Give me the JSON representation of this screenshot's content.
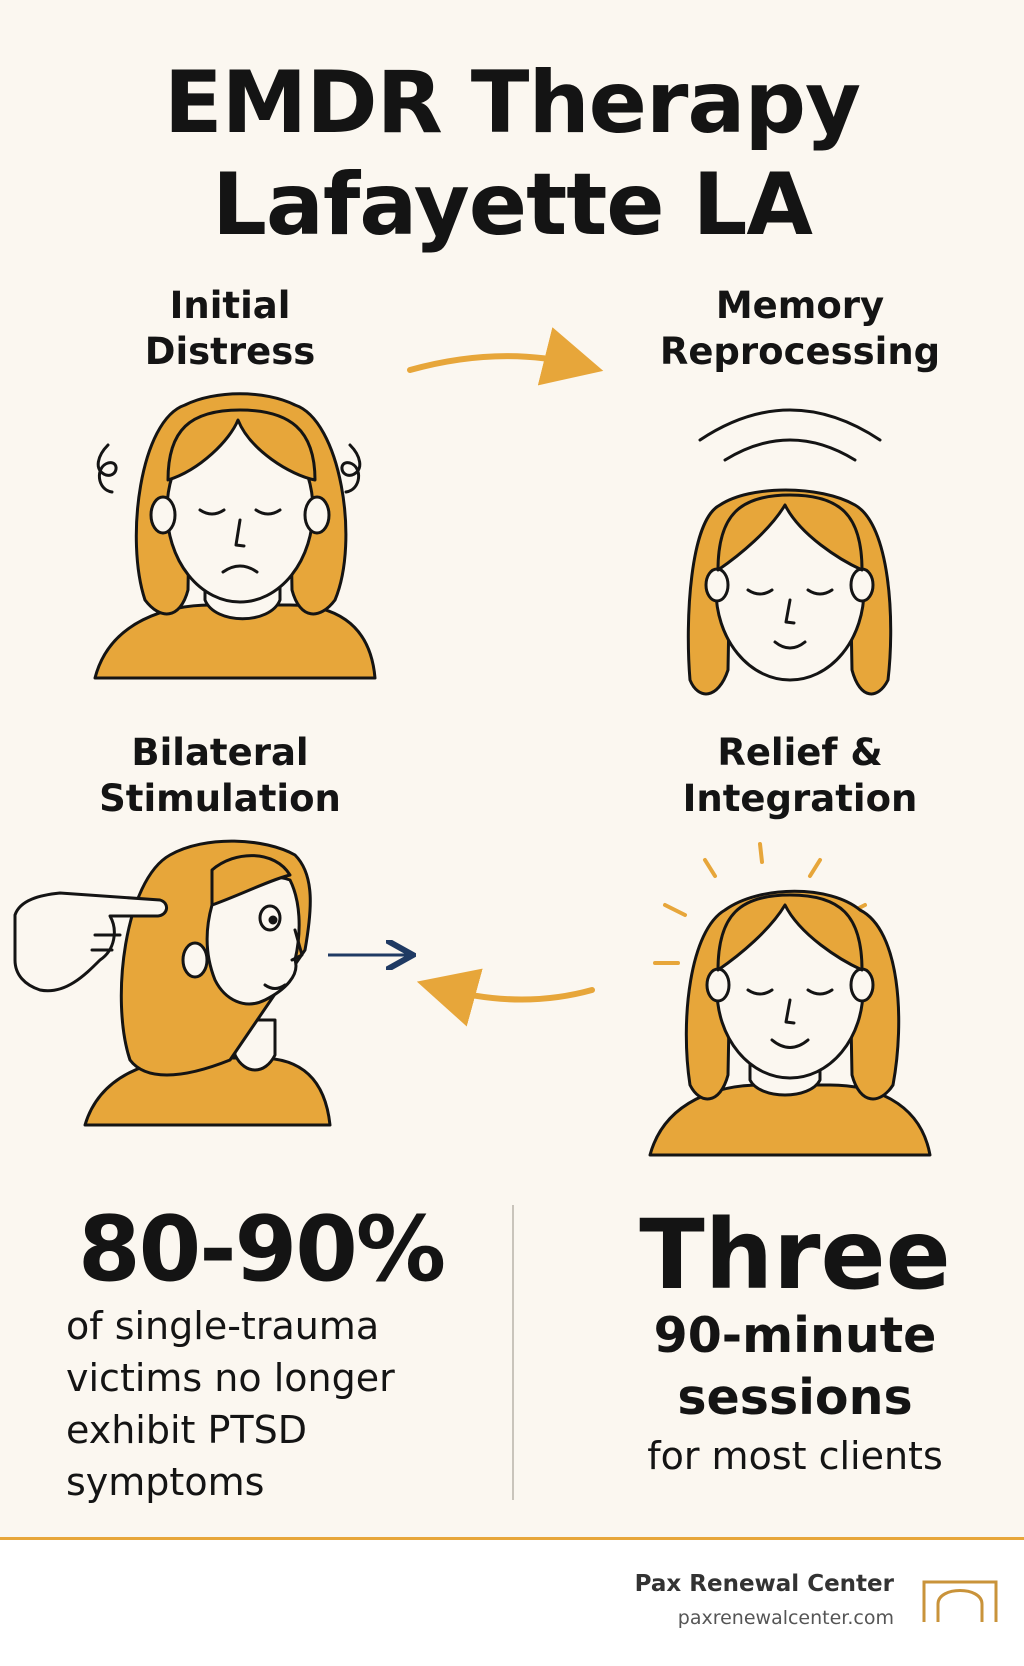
{
  "title": {
    "line1": "EMDR Therapy",
    "line2": "Lafayette LA"
  },
  "steps": [
    {
      "line1": "Initial",
      "line2": "Distress",
      "icon": "distressed-woman-icon"
    },
    {
      "line1": "Memory",
      "line2": "Reprocessing",
      "icon": "calm-woman-icon"
    },
    {
      "line1": "Bilateral",
      "line2": "Stimulation",
      "icon": "woman-eye-movement-icon"
    },
    {
      "line1": "Relief &",
      "line2": "Integration",
      "icon": "radiant-woman-icon"
    }
  ],
  "stats": {
    "left": {
      "value": "80-90%",
      "desc_lines": [
        "of single-trauma",
        "victims no longer",
        "exhibit PTSD",
        "symptoms"
      ]
    },
    "right": {
      "value": "Three",
      "sub_lines": [
        "90-minute",
        "sessions"
      ],
      "desc": "for most clients"
    }
  },
  "footer": {
    "brand": "Pax Renewal Center",
    "url": "paxrenewalcenter.com",
    "logo_icon": "arch-logo-icon"
  },
  "colors": {
    "background": "#fbf7f0",
    "accent": "#e7a63a",
    "outline": "#141414",
    "arrow_blue": "#1f3a63"
  }
}
